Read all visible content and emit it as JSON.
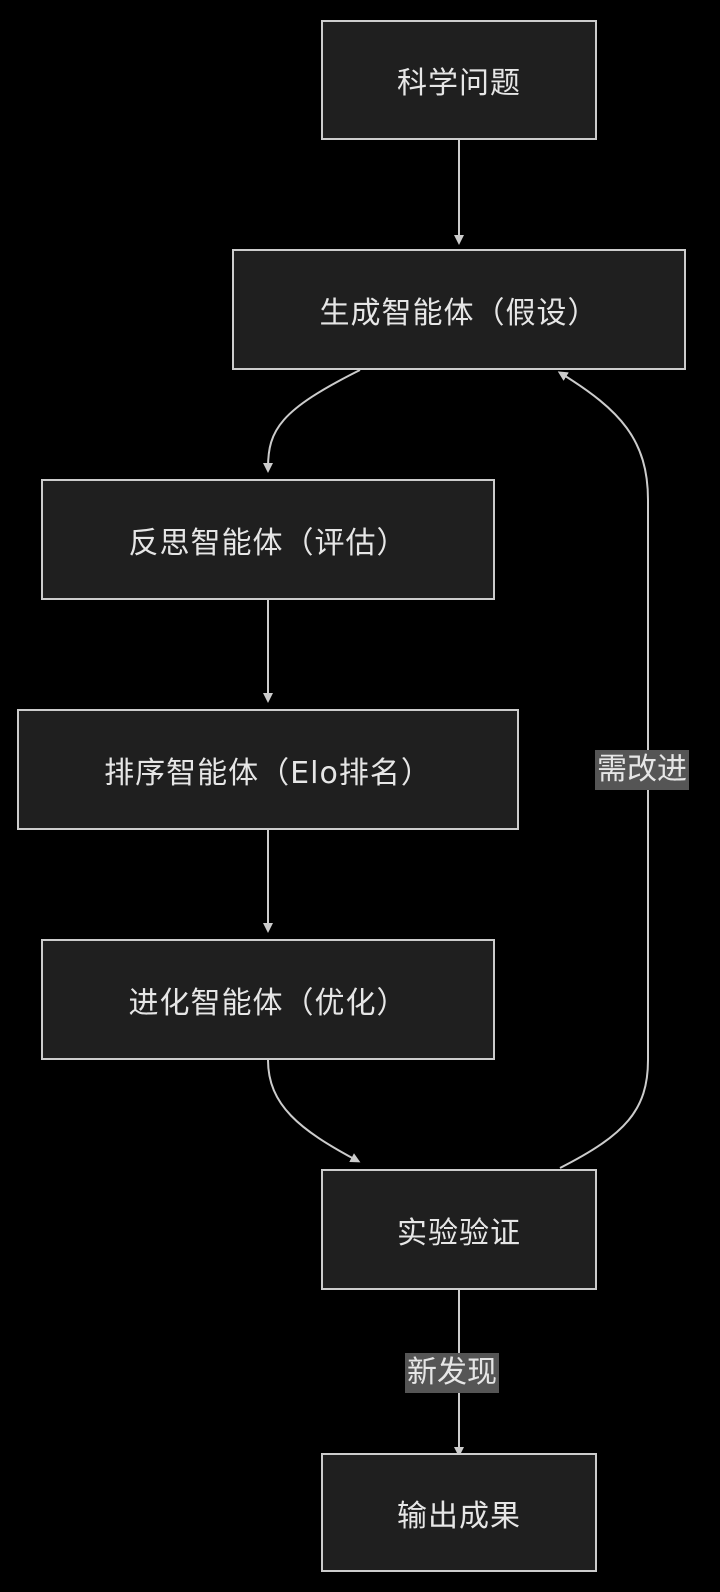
{
  "nodes": {
    "question": "科学问题",
    "generation": "生成智能体（假设）",
    "reflection": "反思智能体（评估）",
    "ranking": "排序智能体（Elo排名）",
    "evolution": "进化智能体（优化）",
    "validation": "实验验证",
    "output": "输出成果"
  },
  "edges": {
    "improve_label": "需改进",
    "discovery_label": "新发现"
  },
  "colors": {
    "background": "#000000",
    "node_fill": "#1f1f1f",
    "node_border": "#cccccc",
    "edge": "#cccccc",
    "edge_label_bg": "#555555",
    "text": "#e6e6e6"
  }
}
